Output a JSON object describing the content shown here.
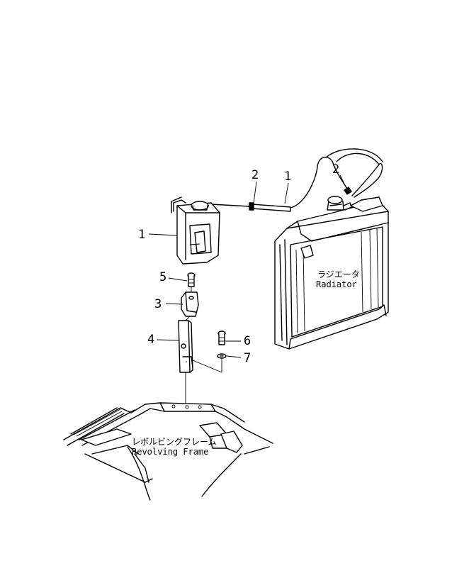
{
  "callouts": {
    "hose_top": "1",
    "clamp_top": "2",
    "clamp_radiator": "2",
    "reserve_tank": "1",
    "bolt_5": "5",
    "bracket_3": "3",
    "stay_4": "4",
    "bolt_6": "6",
    "washer_7": "7"
  },
  "labels": {
    "radiator_jp": "ラジエータ",
    "radiator_en": "Radiator",
    "frame_jp": "レボルビングフレーム",
    "frame_en": "Revolving Frame"
  }
}
